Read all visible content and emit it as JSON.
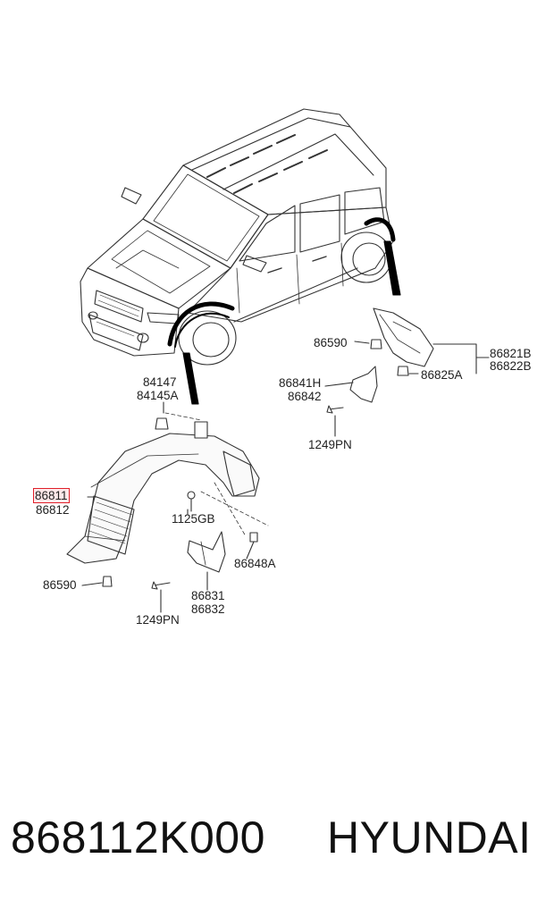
{
  "diagram": {
    "labels": {
      "p84147": "84147",
      "p84145a": "84145A",
      "p86811": "86811",
      "p86812": "86812",
      "p86590_left": "86590",
      "p1125gb": "1125GB",
      "p86848a": "86848A",
      "p86831": "86831",
      "p86832": "86832",
      "p1249pn_left": "1249PN",
      "p86590_right": "86590",
      "p86821b": "86821B",
      "p86822b": "86822B",
      "p86825a": "86825A",
      "p86841h": "86841H",
      "p86842": "86842",
      "p1249pn_right": "1249PN"
    },
    "highlight_color": "#e0202a"
  },
  "footer": {
    "part_number": "868112K000",
    "brand": "HYUNDAI"
  }
}
